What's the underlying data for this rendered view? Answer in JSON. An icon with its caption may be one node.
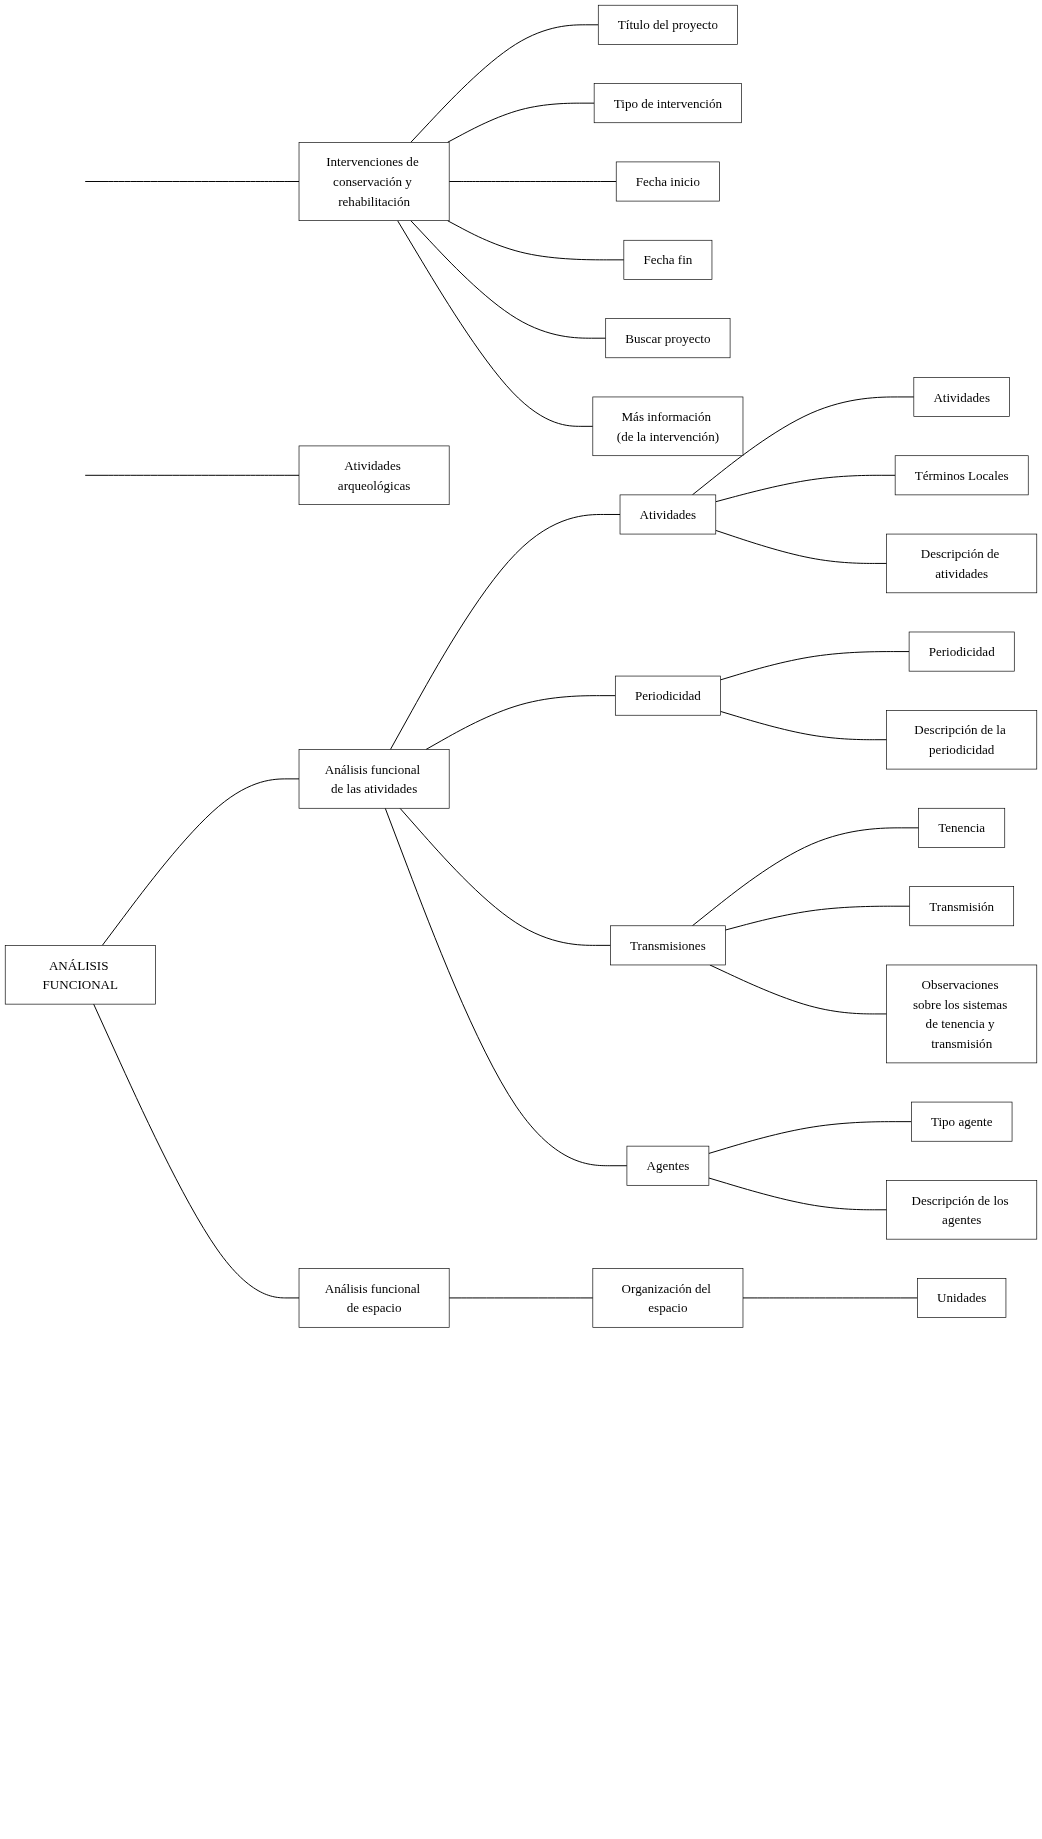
{
  "diagram": {
    "nodes": [
      {
        "text": [
          "Intervenciones de conservación y rehabilitación"
        ]
      },
      {
        "text": [
          "Título del proyecto"
        ]
      },
      {
        "text": [
          "Tipo de intervención"
        ]
      },
      {
        "text": [
          "Fecha inicio"
        ]
      },
      {
        "text": [
          "Fecha fin"
        ]
      },
      {
        "text": [
          "Buscar proyecto"
        ]
      },
      {
        "text": [
          "Más información (de la intervención)"
        ]
      },
      {
        "text": [
          "Atividades arqueológicas"
        ]
      },
      {
        "text": [
          "ANÁLISIS FUNCIONAL"
        ]
      },
      {
        "text": [
          "Análisis funcional de las atividades"
        ]
      },
      {
        "text": [
          "Atividades"
        ]
      },
      {
        "text": [
          "Atividades"
        ]
      },
      {
        "text": [
          "Términos Locales"
        ]
      },
      {
        "text": [
          "Descripción de atividades"
        ]
      },
      {
        "text": [
          "Periodicidad"
        ]
      },
      {
        "text": [
          "Periodicidad"
        ]
      },
      {
        "text": [
          "Descripción de la periodicidad"
        ]
      },
      {
        "text": [
          "Transmisiones"
        ]
      },
      {
        "text": [
          "Tenencia"
        ]
      },
      {
        "text": [
          "Transmisión"
        ]
      },
      {
        "text": [
          "Observaciones sobre los sistemas de tenencia y transmisión"
        ]
      },
      {
        "text": [
          "Agentes"
        ]
      },
      {
        "text": [
          "Tipo agente"
        ]
      },
      {
        "text": [
          "Descripción de los agentes"
        ]
      },
      {
        "text": [
          "Análisis funcional de espacio"
        ]
      },
      {
        "text": [
          "Organización del espacio"
        ]
      },
      {
        "text": [
          "Unidades"
        ]
      }
    ],
    "edges": [
      {
        "from": null,
        "to": 0,
        "arrow": "none"
      },
      {
        "from": null,
        "to": 7,
        "arrow": "none"
      },
      {
        "from": 0,
        "to": 1,
        "arrow": "none"
      },
      {
        "from": 0,
        "to": 2,
        "arrow": "none"
      },
      {
        "from": 0,
        "to": 3,
        "arrow": "none"
      },
      {
        "from": 0,
        "to": 4,
        "arrow": "none"
      },
      {
        "from": 0,
        "to": 5,
        "arrow": "none"
      },
      {
        "from": 0,
        "to": 6,
        "arrow": "none"
      },
      {
        "from": 8,
        "to": 9,
        "arrow": "none"
      },
      {
        "from": 8,
        "to": 24,
        "arrow": "none"
      },
      {
        "from": 9,
        "to": 10,
        "arrow": "none"
      },
      {
        "from": 9,
        "to": 14,
        "arrow": "none"
      },
      {
        "from": 9,
        "to": 17,
        "arrow": "none"
      },
      {
        "from": 9,
        "to": 21,
        "arrow": "none"
      },
      {
        "from": 10,
        "to": 11,
        "arrow": "none"
      },
      {
        "from": 10,
        "to": 12,
        "arrow": "none"
      },
      {
        "from": 10,
        "to": 13,
        "arrow": "none"
      },
      {
        "from": 14,
        "to": 15,
        "arrow": "none"
      },
      {
        "from": 14,
        "to": 16,
        "arrow": "none"
      },
      {
        "from": 17,
        "to": 18,
        "arrow": "none"
      },
      {
        "from": 17,
        "to": 19,
        "arrow": "none"
      },
      {
        "from": 17,
        "to": 20,
        "arrow": "none"
      },
      {
        "from": 21,
        "to": 22,
        "arrow": "none"
      },
      {
        "from": 21,
        "to": 23,
        "arrow": "none"
      },
      {
        "from": 24,
        "to": 25,
        "arrow": "none"
      },
      {
        "from": 25,
        "to": 26,
        "arrow": "none"
      }
    ]
  }
}
